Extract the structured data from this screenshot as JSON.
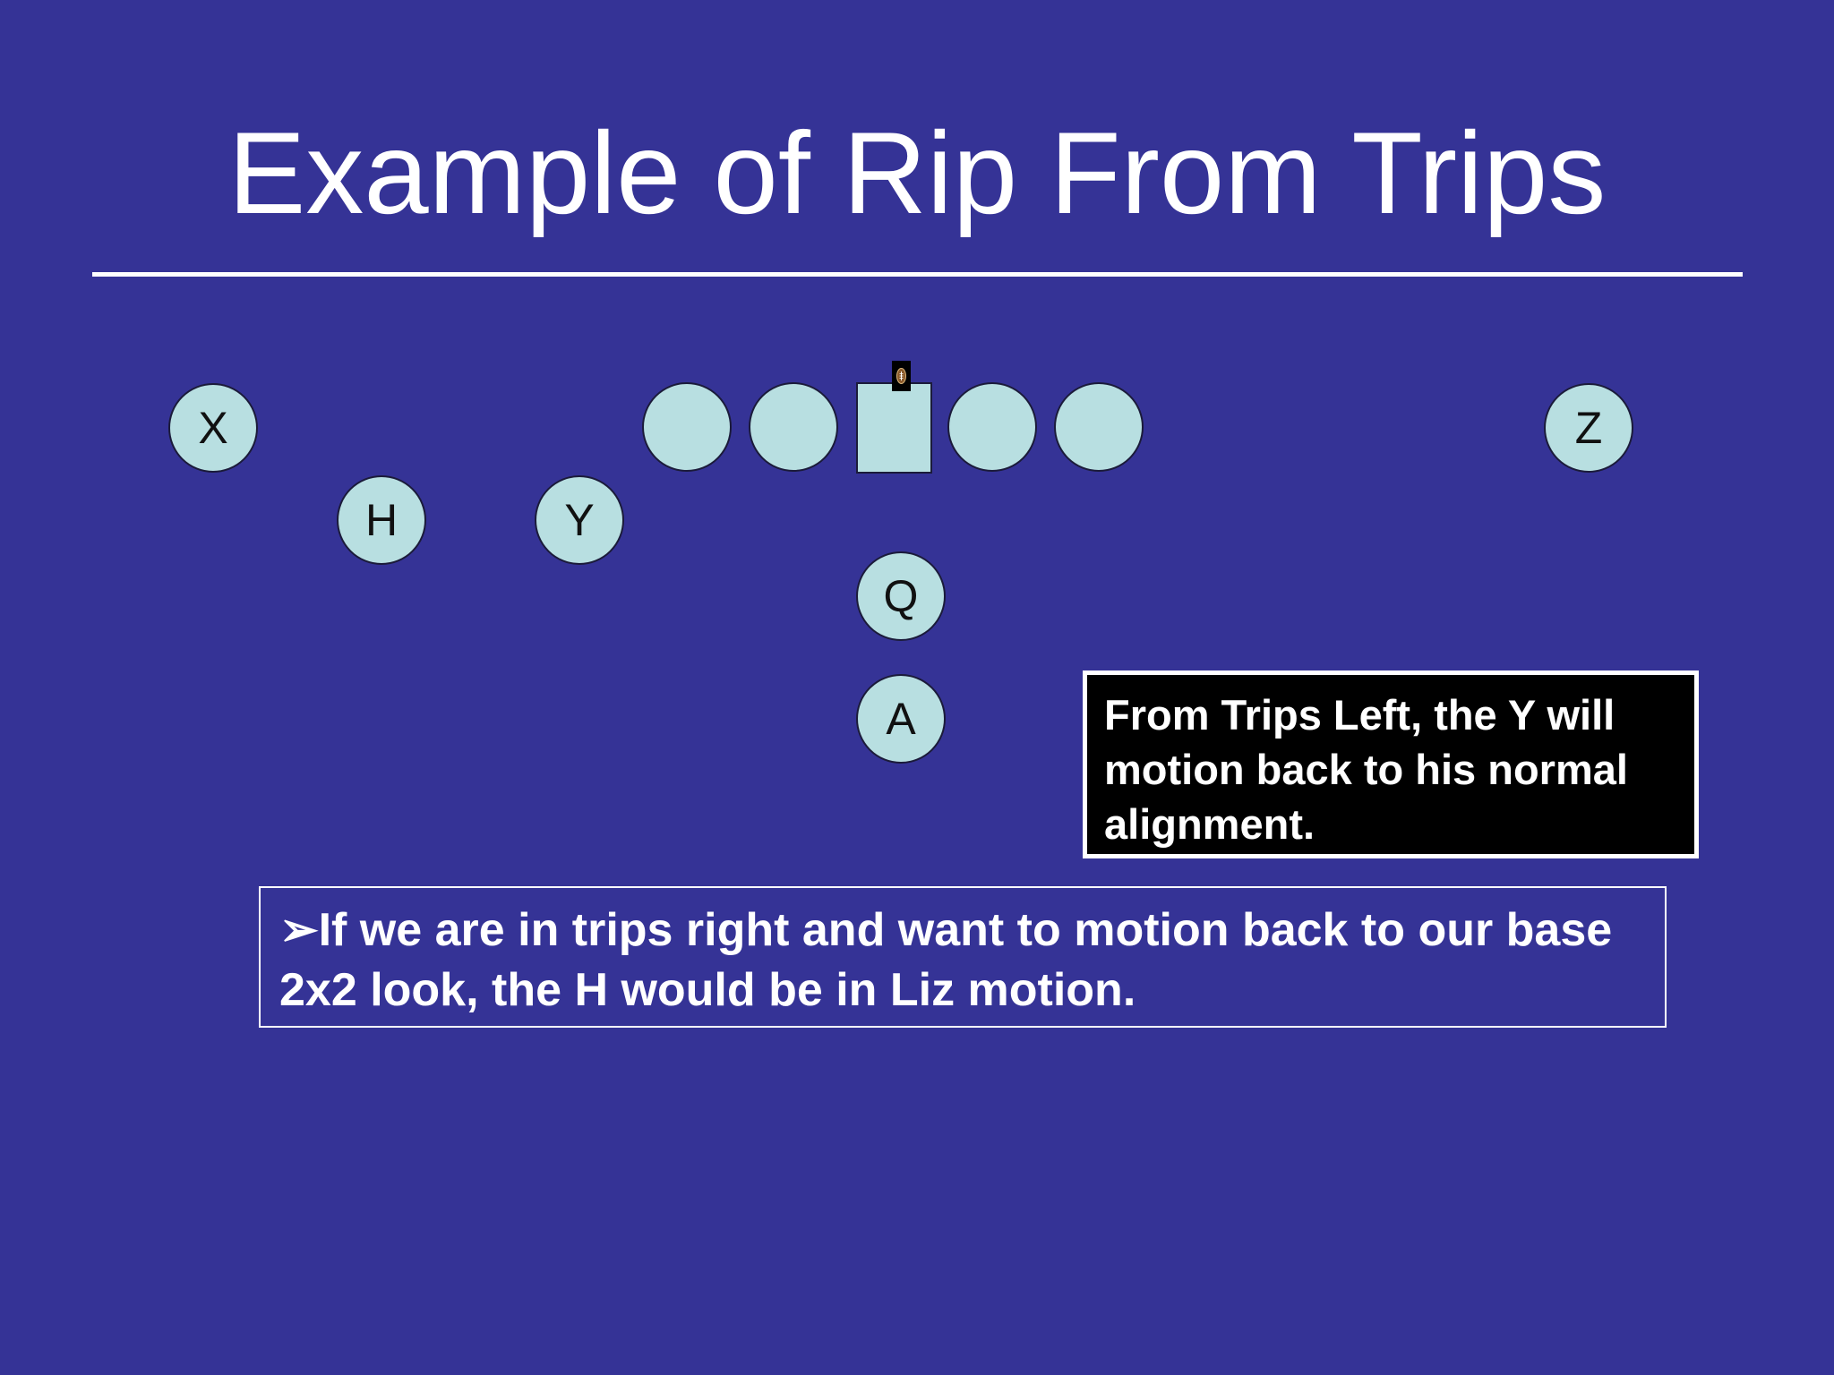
{
  "slide": {
    "title": "Example of Rip From Trips",
    "background_color": "#353396",
    "accent_color": "#ffffff"
  },
  "formation": {
    "player_color": "#b8dfe1",
    "labeled_players": {
      "x": "X",
      "h": "H",
      "y": "Y",
      "z": "Z",
      "q": "Q",
      "a": "A"
    },
    "unlabeled_linemen_count": 4,
    "center_shape": "square",
    "ball_icon": "football-icon"
  },
  "callout": {
    "text": "From Trips Left, the Y will motion back to his normal alignment."
  },
  "note": {
    "bullet": "➢",
    "text": "If we are in trips right and want to motion back to our base 2x2 look, the H would be in Liz motion."
  }
}
